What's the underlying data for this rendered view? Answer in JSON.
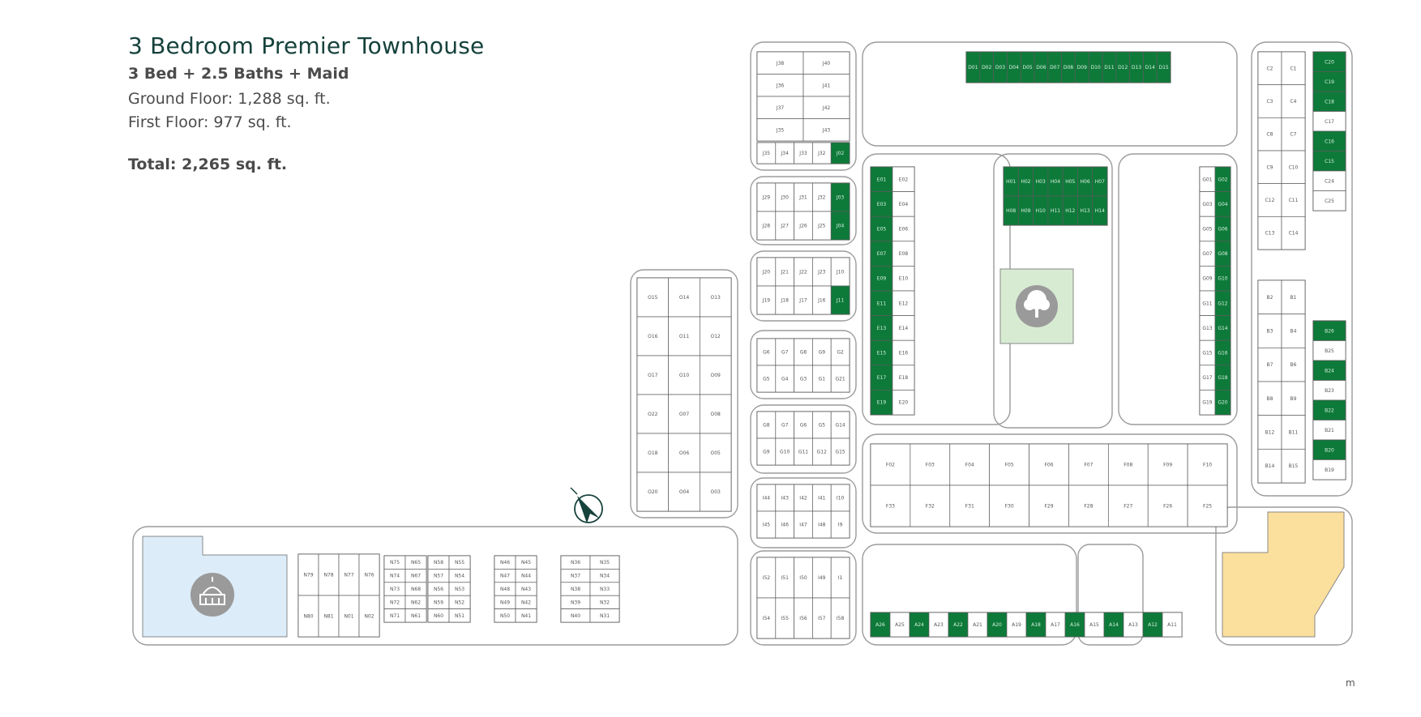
{
  "unit": {
    "title": "3 Bedroom Premier Townhouse",
    "spec": "3 Bed + 2.5 Baths + Maid",
    "ground_floor": "Ground Floor: 1,288 sq. ft.",
    "first_floor": "First Floor: 977 sq. ft.",
    "total": "Total: 2,265 sq. ft."
  },
  "colors": {
    "highlight": "#0e7a3a",
    "plot_outline": "#555555",
    "road_outline": "#9b9b9b",
    "mosque_area": "#dcecf8",
    "amenity_area": "#fbdf9d",
    "park": "#d7ebd2",
    "title": "#16423c"
  },
  "icons": {
    "mosque": "mosque-icon",
    "park": "tree-icon",
    "north": "north-arrow-icon"
  },
  "scale_text": "m",
  "map": {
    "blocks": [
      {
        "id": "J-upper",
        "cols": 2,
        "rows": 4,
        "labels": [
          "J38",
          "J40",
          "J36",
          "J41",
          "J37",
          "J42",
          "J35",
          "J43"
        ],
        "highlight": []
      },
      {
        "id": "J-upper-row",
        "cols": 5,
        "rows": 1,
        "labels": [
          "J35",
          "J34",
          "J33",
          "J32",
          "J02"
        ],
        "highlight": [
          4
        ]
      },
      {
        "id": "J-mid",
        "cols": 5,
        "rows": 2,
        "labels": [
          "J29",
          "J30",
          "J31",
          "J32",
          "J03",
          "J28",
          "J27",
          "J26",
          "J25",
          "J04"
        ],
        "highlight": [
          4,
          9
        ]
      },
      {
        "id": "J-low",
        "cols": 5,
        "rows": 2,
        "labels": [
          "J20",
          "J21",
          "J22",
          "J23",
          "J10",
          "J19",
          "J18",
          "J17",
          "J16",
          "J11"
        ],
        "highlight": [
          9
        ]
      },
      {
        "id": "G-top",
        "cols": 5,
        "rows": 2,
        "labels": [
          "G6",
          "G7",
          "G8",
          "G9",
          "G2",
          "G5",
          "G4",
          "G3",
          "G1",
          "G21"
        ],
        "highlight": []
      },
      {
        "id": "G-mid",
        "cols": 5,
        "rows": 2,
        "labels": [
          "G8",
          "G7",
          "G6",
          "G5",
          "G14",
          "G9",
          "G10",
          "G11",
          "G12",
          "G15"
        ],
        "highlight": []
      },
      {
        "id": "I-top",
        "cols": 5,
        "rows": 2,
        "labels": [
          "I44",
          "I43",
          "I42",
          "I41",
          "I10",
          "I45",
          "I46",
          "I47",
          "I48",
          "I9"
        ],
        "highlight": []
      },
      {
        "id": "I-low",
        "cols": 5,
        "rows": 2,
        "labels": [
          "I52",
          "I51",
          "I50",
          "I49",
          "I1",
          "I54",
          "I55",
          "I56",
          "I57",
          "I58"
        ],
        "highlight": []
      },
      {
        "id": "O-block",
        "cols": 3,
        "rows": 6,
        "labels": [
          "O15",
          "O14",
          "O13",
          "O16",
          "O11",
          "O12",
          "O17",
          "O10",
          "O09",
          "O22",
          "O07",
          "O08",
          "O18",
          "O06",
          "O05",
          "O20",
          "O04",
          "O03"
        ],
        "highlight": []
      },
      {
        "id": "N-77",
        "cols": 4,
        "rows": 2,
        "labels": [
          "N79",
          "N78",
          "N77",
          "N76",
          "N80",
          "N81",
          "N01",
          "N02"
        ],
        "highlight": []
      },
      {
        "id": "N-row-1",
        "cols": 2,
        "rows": 5,
        "labels": [
          "N75",
          "N65",
          "N74",
          "N67",
          "N73",
          "N68",
          "N72",
          "N62",
          "N71",
          "N61"
        ],
        "highlight": []
      },
      {
        "id": "N-row-2",
        "cols": 2,
        "rows": 5,
        "labels": [
          "N58",
          "N55",
          "N57",
          "N54",
          "N56",
          "N53",
          "N59",
          "N52",
          "N60",
          "N51"
        ],
        "highlight": []
      },
      {
        "id": "N-row-3",
        "cols": 2,
        "rows": 5,
        "labels": [
          "N46",
          "N45",
          "N47",
          "N44",
          "N48",
          "N43",
          "N49",
          "N42",
          "N50",
          "N41"
        ],
        "highlight": []
      },
      {
        "id": "N-row-4",
        "cols": 2,
        "rows": 5,
        "labels": [
          "N36",
          "N35",
          "N37",
          "N34",
          "N38",
          "N33",
          "N39",
          "N32",
          "N40",
          "N31"
        ],
        "highlight": []
      },
      {
        "id": "D-top",
        "cols": 15,
        "rows": 1,
        "labels": [
          "D01",
          "D02",
          "D03",
          "D04",
          "D05",
          "D06",
          "D07",
          "D08",
          "D09",
          "D10",
          "D11",
          "D12",
          "D13",
          "D14",
          "D15"
        ],
        "highlight": [
          0,
          1,
          2,
          3,
          4,
          5,
          6,
          7,
          8,
          9,
          10,
          11,
          12,
          13,
          14
        ]
      },
      {
        "id": "E-west",
        "cols": 2,
        "rows": 10,
        "labels": [
          "E01",
          "E02",
          "E03",
          "E04",
          "E05",
          "E06",
          "E07",
          "E08",
          "E09",
          "E10",
          "E11",
          "E12",
          "E13",
          "E14",
          "E15",
          "E16",
          "E17",
          "E18",
          "E19",
          "E20"
        ],
        "highlight": [
          0,
          2,
          4,
          6,
          8,
          10,
          12,
          14,
          16,
          18
        ]
      },
      {
        "id": "H-top",
        "cols": 7,
        "rows": 2,
        "labels": [
          "H01",
          "H02",
          "H03",
          "H04",
          "H05",
          "H06",
          "H07",
          "H08",
          "H09",
          "H10",
          "H11",
          "H12",
          "H13",
          "H14"
        ],
        "highlight": [
          0,
          1,
          2,
          3,
          4,
          5,
          6,
          7,
          8,
          9,
          10,
          11,
          12,
          13
        ]
      },
      {
        "id": "G-east",
        "cols": 2,
        "rows": 10,
        "labels": [
          "G01",
          "G02",
          "G03",
          "G04",
          "G05",
          "G06",
          "G07",
          "G08",
          "G09",
          "G10",
          "G11",
          "G12",
          "G13",
          "G14",
          "G15",
          "G16",
          "G17",
          "G18",
          "G19",
          "G20"
        ],
        "highlight": [
          1,
          3,
          5,
          7,
          9,
          11,
          13,
          15,
          17,
          19
        ]
      },
      {
        "id": "F-block",
        "cols": 9,
        "rows": 2,
        "labels": [
          "F02",
          "F03",
          "F04",
          "F05",
          "F06",
          "F07",
          "F08",
          "F09",
          "F10",
          "F33",
          "F32",
          "F31",
          "F30",
          "F29",
          "F28",
          "F27",
          "F26",
          "F25"
        ],
        "highlight": []
      },
      {
        "id": "A-block",
        "cols": 16,
        "rows": 1,
        "labels": [
          "A26",
          "A25",
          "A24",
          "A23",
          "A22",
          "A21",
          "A20",
          "A19",
          "A18",
          "A17",
          "A16",
          "A15",
          "A14",
          "A13",
          "A12",
          "A11"
        ],
        "highlight": [
          0,
          2,
          4,
          6,
          8,
          10,
          12,
          14
        ]
      },
      {
        "id": "C-block",
        "cols": 2,
        "rows": 6,
        "labels": [
          "C2",
          "C1",
          "C3",
          "C4",
          "C8",
          "C7",
          "C9",
          "C10",
          "C12",
          "C11",
          "C13",
          "C14"
        ],
        "highlight": []
      },
      {
        "id": "B-block",
        "cols": 2,
        "rows": 6,
        "labels": [
          "B2",
          "B1",
          "B3",
          "B4",
          "B7",
          "B6",
          "B8",
          "B9",
          "B12",
          "B11",
          "B14",
          "B15"
        ],
        "highlight": []
      },
      {
        "id": "B-east",
        "cols": 1,
        "rows": 8,
        "labels": [
          "B26",
          "B25",
          "B24",
          "B23",
          "B22",
          "B21",
          "B20",
          "B19"
        ],
        "highlight": [
          0,
          2,
          4,
          6
        ]
      },
      {
        "id": "C-east",
        "cols": 1,
        "rows": 8,
        "labels": [
          "C20",
          "C19",
          "C18",
          "C17",
          "C16",
          "C15",
          "C24",
          "C25"
        ],
        "highlight": [
          0,
          1,
          2,
          4,
          5
        ]
      }
    ]
  }
}
